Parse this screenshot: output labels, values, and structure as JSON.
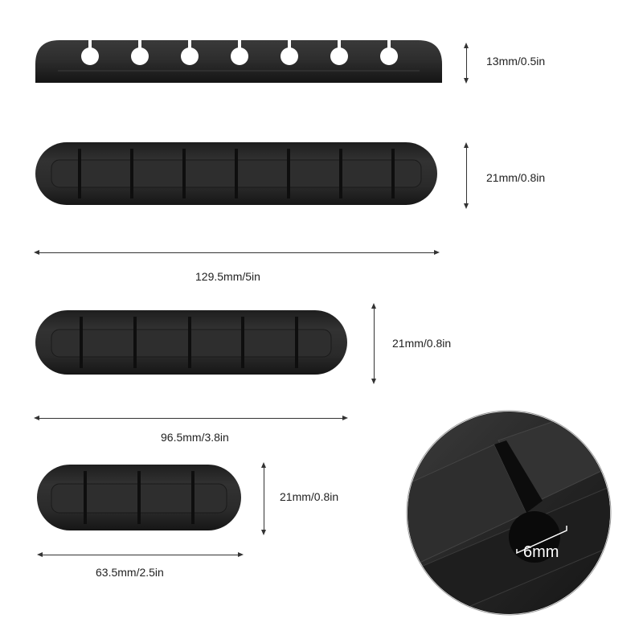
{
  "products": [
    {
      "id": "side-view-7-slot",
      "view": "side",
      "slots": 7,
      "height_label": "13mm/0.5in"
    },
    {
      "id": "top-view-7-slot",
      "view": "top",
      "slots": 7,
      "height_label": "21mm/0.8in",
      "width_label": "129.5mm/5in"
    },
    {
      "id": "top-view-5-slot",
      "view": "top",
      "slots": 5,
      "height_label": "21mm/0.8in",
      "width_label": "96.5mm/3.8in"
    },
    {
      "id": "top-view-3-slot",
      "view": "top",
      "slots": 3,
      "height_label": "21mm/0.8in",
      "width_label": "63.5mm/2.5in"
    }
  ],
  "detail": {
    "hole_diameter_label": "6mm"
  },
  "colors": {
    "product_body": "#2a2a2a",
    "product_highlight": "#4a4a4a",
    "background": "#ffffff",
    "dimension_line": "#333333"
  }
}
